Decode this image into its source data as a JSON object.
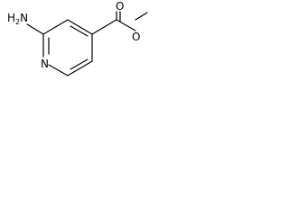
{
  "molecule": {
    "labels": {
      "amine_n": "N",
      "amine_h": "H",
      "amine_sub": "2",
      "ring_n": "N",
      "carbonyl_o": "O",
      "ester_o": "O"
    }
  },
  "colors": {
    "bond": "#000000",
    "atom_text": "#000000",
    "background": "#ffffff"
  }
}
